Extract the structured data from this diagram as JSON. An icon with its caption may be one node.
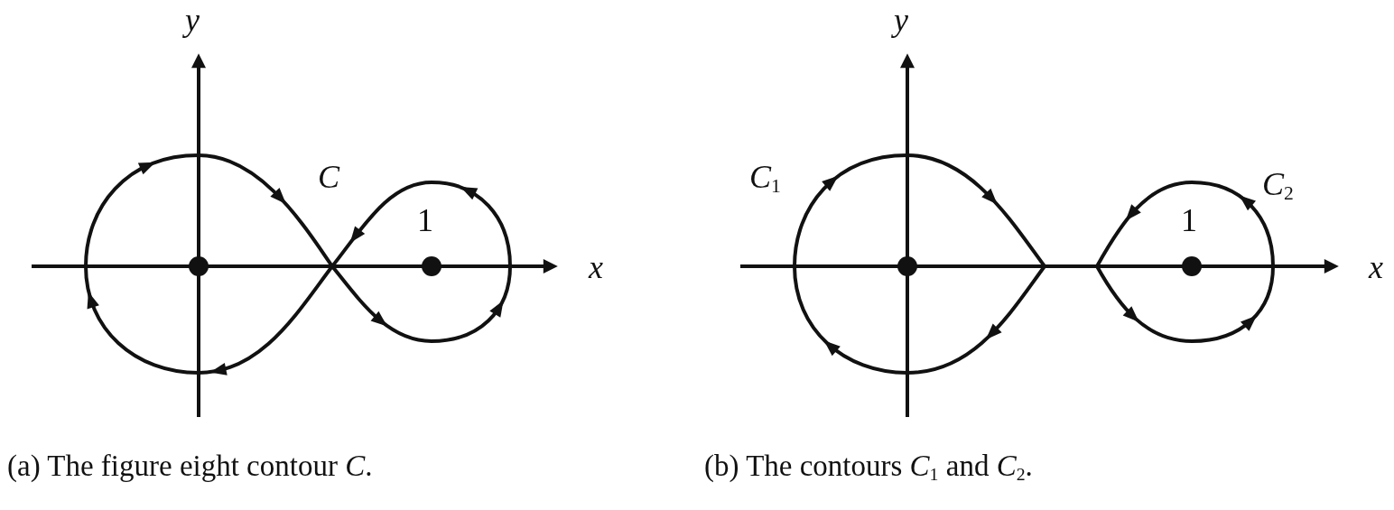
{
  "diagram": {
    "labels": [
      "y",
      "C",
      "1",
      "x",
      "(a)  The figure eight contour *C*.",
      "y",
      "C$_{1}$",
      "C$_{2}$",
      "1",
      "x",
      "(b)  The contours *C*$_{1}$ and *C*$_{2}$."
    ]
  }
}
